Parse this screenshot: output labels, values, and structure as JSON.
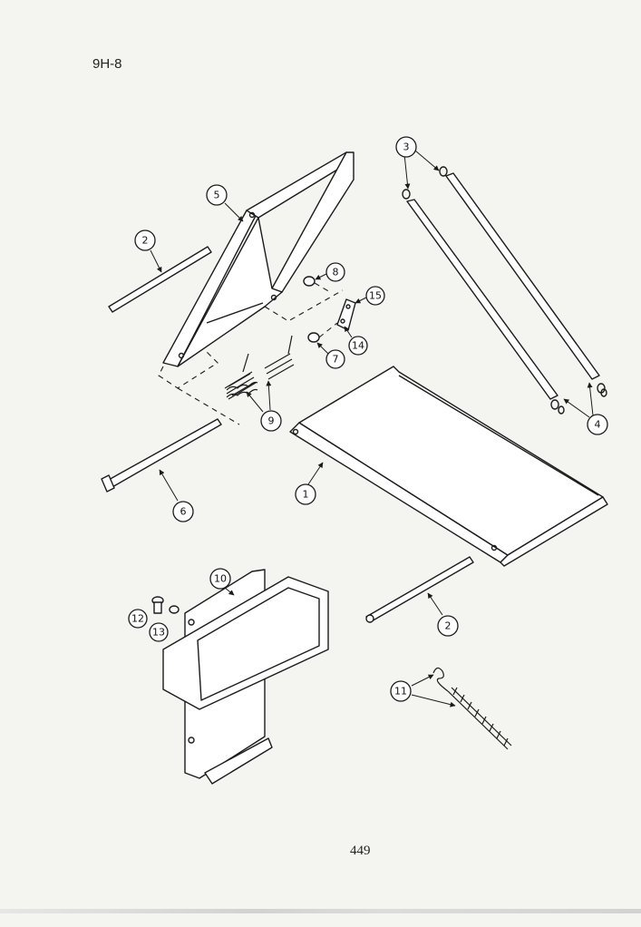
{
  "header": {
    "page_code": "9H-8"
  },
  "footer": {
    "page_number": "449"
  },
  "callouts": {
    "c1": "1",
    "c2a": "2",
    "c2b": "2",
    "c3": "3",
    "c4": "4",
    "c5": "5",
    "c6": "6",
    "c7": "7",
    "c8": "8",
    "c9": "9",
    "c10": "10",
    "c11": "11",
    "c12": "12",
    "c13": "13",
    "c14": "14",
    "c15": "15"
  }
}
